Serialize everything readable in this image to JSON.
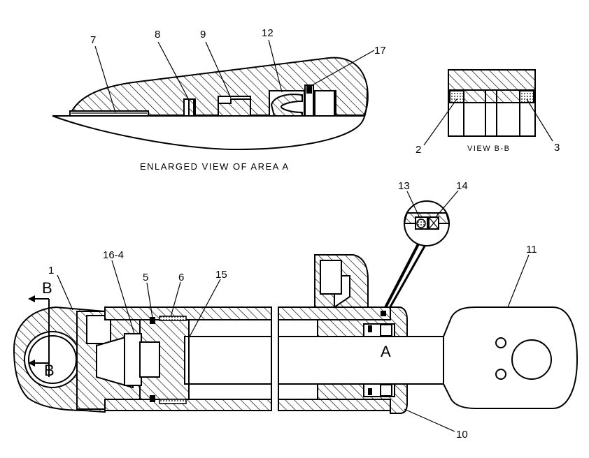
{
  "captions": {
    "enlarged_view": "ENLARGED VIEW OF AREA A",
    "view_bb": "VIEW B-B"
  },
  "section_marks": {
    "b_top": "B",
    "b_bottom": "B",
    "area_a": "A"
  },
  "callouts": {
    "c1": "1",
    "c2": "2",
    "c3": "3",
    "c5": "5",
    "c6": "6",
    "c7": "7",
    "c8": "8",
    "c9": "9",
    "c10": "10",
    "c11": "11",
    "c12": "12",
    "c13": "13",
    "c14": "14",
    "c15": "15",
    "c16_4": "16-4",
    "c17": "17"
  }
}
